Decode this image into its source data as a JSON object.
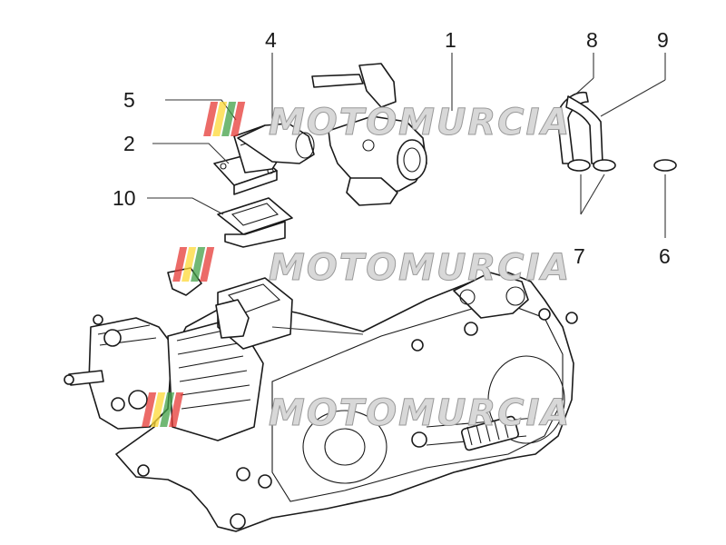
{
  "diagram": {
    "callouts": [
      {
        "id": "1",
        "label": "1"
      },
      {
        "id": "2",
        "label": "2"
      },
      {
        "id": "4",
        "label": "4"
      },
      {
        "id": "5",
        "label": "5"
      },
      {
        "id": "6",
        "label": "6"
      },
      {
        "id": "7",
        "label": "7"
      },
      {
        "id": "8",
        "label": "8"
      },
      {
        "id": "9",
        "label": "9"
      },
      {
        "id": "10",
        "label": "10"
      }
    ]
  },
  "watermark": {
    "text": "MOTOMURCIA",
    "stripe_colors": [
      "#e53935",
      "#fdd835",
      "#43a047",
      "#e53935"
    ],
    "repeat_count": 3
  }
}
